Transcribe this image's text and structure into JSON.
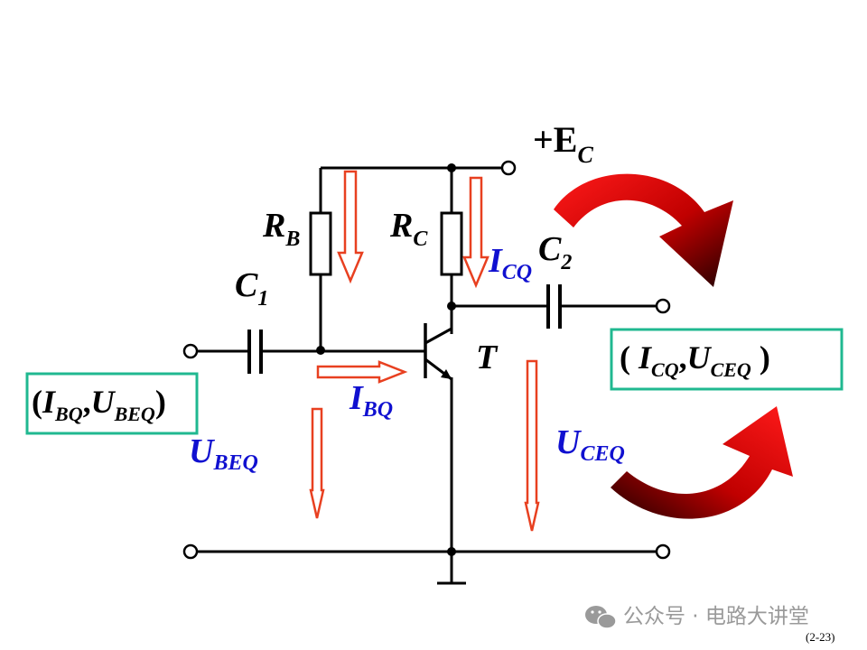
{
  "supply": {
    "plus": "+E",
    "sub": "C"
  },
  "rb": {
    "main": "R",
    "sub": "B"
  },
  "rc": {
    "main": "R",
    "sub": "C"
  },
  "c1": {
    "main": "C",
    "sub": "1"
  },
  "c2": {
    "main": "C",
    "sub": "2"
  },
  "transistor": "T",
  "icq": {
    "main": "I",
    "sub": "CQ"
  },
  "ibq": {
    "main": "I",
    "sub": "BQ"
  },
  "ubeq": {
    "main": "U",
    "sub": "BEQ"
  },
  "uceq": {
    "main": "U",
    "sub": "CEQ"
  },
  "input_box": {
    "open": "(",
    "i": "I",
    "i_sub": "BQ",
    "comma": ",",
    "u": "U",
    "u_sub": "BEQ",
    "close": ")"
  },
  "output_box": {
    "open": "( ",
    "i": "I",
    "i_sub": "CQ",
    "comma": ",",
    "u": "U",
    "u_sub": "CEQ",
    "close": " )"
  },
  "watermark": "公众号 · 电路大讲堂",
  "page_number": "(2-23)",
  "colors": {
    "label_blue": "#1010d0",
    "arrow_orange": "#e84020",
    "box_teal": "#20b890",
    "curve_red": "#e00000"
  },
  "icons": {
    "watermark_icon": "wechat-icon"
  }
}
